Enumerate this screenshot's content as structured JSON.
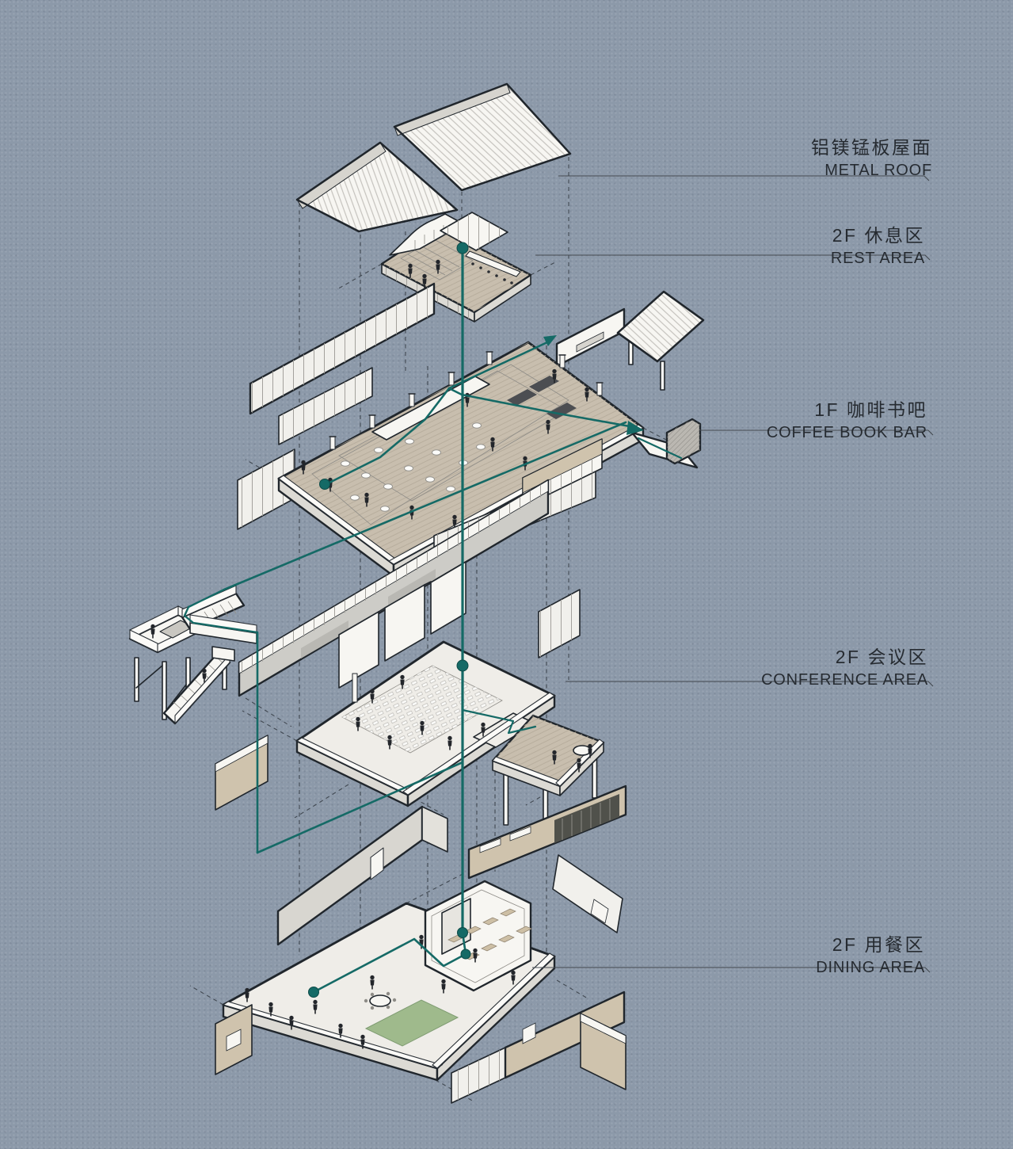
{
  "diagram": {
    "labels": [
      {
        "id": "metal-roof",
        "cn": "铝镁锰板屋面",
        "en": "METAL ROOF"
      },
      {
        "id": "rest-area",
        "cn": "2F 休息区",
        "en": "REST AREA"
      },
      {
        "id": "coffee-book-bar",
        "cn": "1F 咖啡书吧",
        "en": "COFFEE BOOK BAR"
      },
      {
        "id": "conference-area",
        "cn": "2F 会议区",
        "en": "CONFERENCE AREA"
      },
      {
        "id": "dining-area",
        "cn": "2F 用餐区",
        "en": "DINING AREA"
      }
    ],
    "colors": {
      "background": "#8c99a9",
      "line": "#20262c",
      "circulation_teal": "#156a66",
      "wood": "#c8beae",
      "panel_tan": "#cfc3ad",
      "lawn_green": "#9fba8c",
      "surface_white": "#f7f6f2",
      "label_text": "#262b31"
    }
  }
}
